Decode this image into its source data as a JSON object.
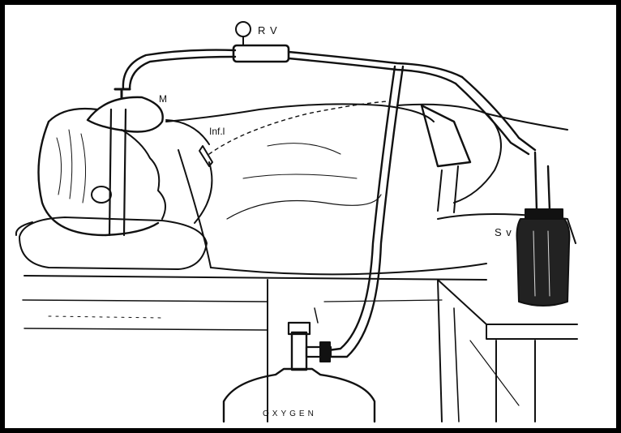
{
  "labels": {
    "rv": "R V",
    "m": "M",
    "inf": "Inf.l",
    "sv": "S v",
    "oxygen": "OXYGEN"
  },
  "colors": {
    "ink": "#111111",
    "paper": "#ffffff",
    "frame": "#000000"
  }
}
